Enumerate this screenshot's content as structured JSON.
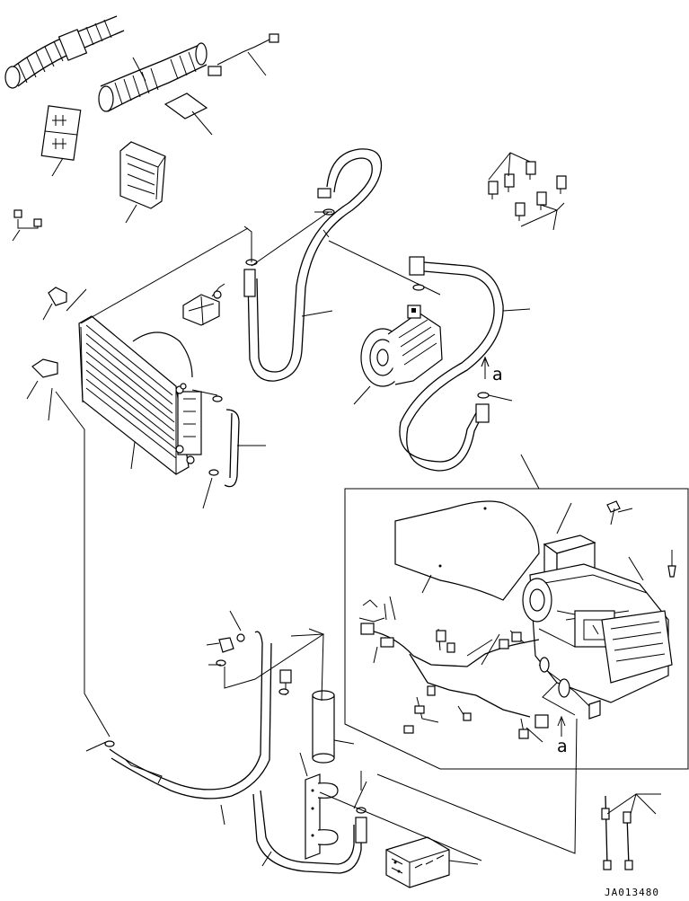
{
  "diagram": {
    "view_reference_top": "a",
    "view_reference_bottom": "a",
    "drawing_code": "JA013480"
  },
  "parts": [
    "hose-duct-left",
    "hose-duct-right",
    "wiring-lead",
    "instruction-plate",
    "vent-grille",
    "air-filter",
    "clips",
    "relays",
    "refrigerant-hose-upper",
    "compressor",
    "compressor-hose",
    "condenser",
    "condenser-tube",
    "receiver-dryer",
    "receiver-bracket",
    "liquid-hose",
    "air-conditioner-unit",
    "wiring-harness",
    "control-panel",
    "rods"
  ]
}
